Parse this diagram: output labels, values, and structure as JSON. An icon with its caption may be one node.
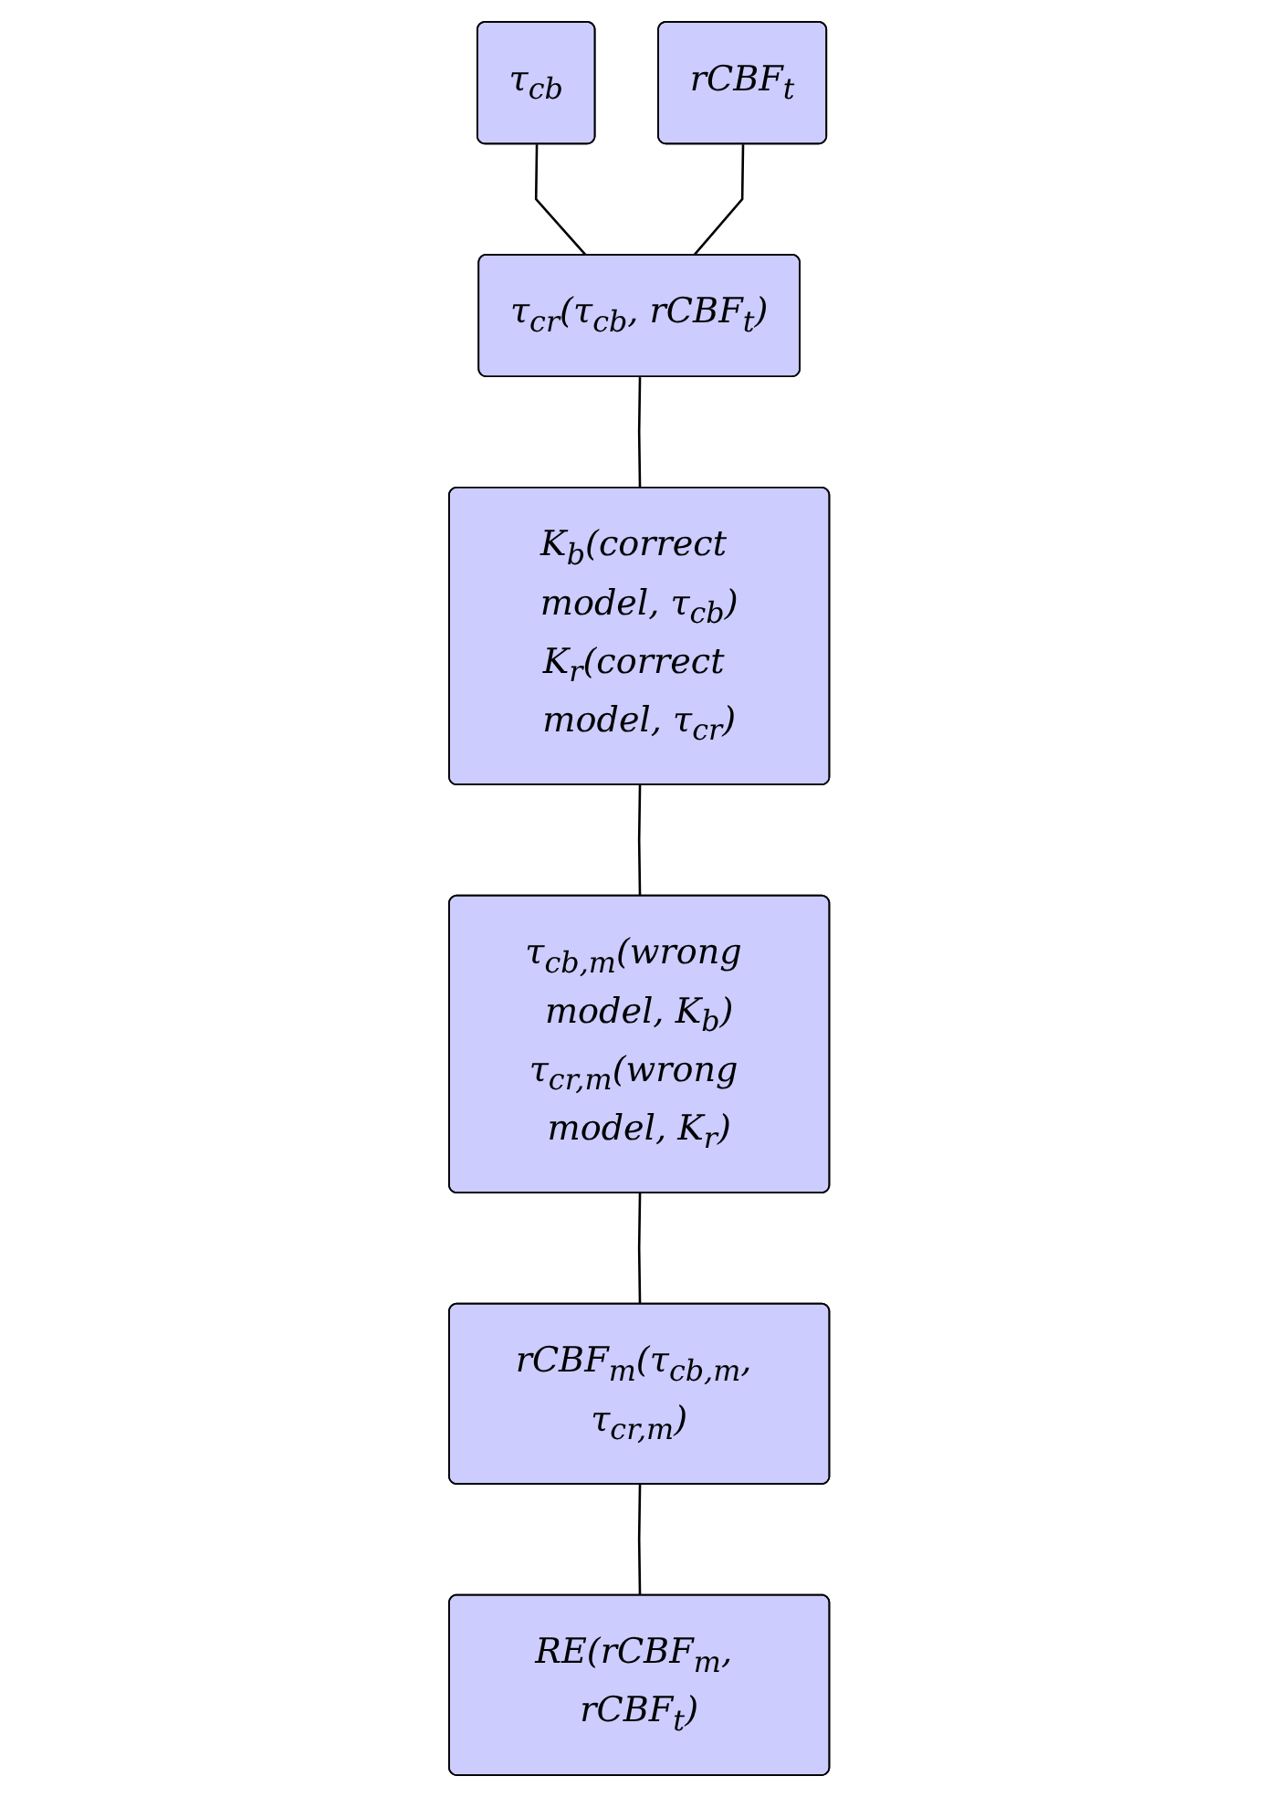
{
  "diagram": {
    "nodes": [
      {
        "text": [
          "τ$_{cb}$"
        ]
      },
      {
        "text": [
          "rCBF$_{t}$"
        ]
      },
      {
        "text": [
          "τ$_{cr}$(τ$_{cb}$, rCBF$_{t}$)"
        ]
      },
      {
        "text": [
          "K$_{b}$(correct model, τ$_{cb}$)",
          "K$_{r}$(correct model, τ$_{cr}$)"
        ]
      },
      {
        "text": [
          "τ$_{cb,m}$(wrong model, K$_{b}$)",
          "τ$_{cr,m}$(wrong model, K$_{r}$)"
        ]
      },
      {
        "text": [
          "rCBF$_{m}$(τ$_{cb,m}$, τ$_{cr,m}$)"
        ]
      },
      {
        "text": [
          "RE(rCBF$_{m}$, rCBF$_{t}$)"
        ]
      }
    ],
    "edges": [
      {
        "from": 0,
        "to": 2,
        "arrow": "none"
      },
      {
        "from": 1,
        "to": 2,
        "arrow": "none"
      },
      {
        "from": 2,
        "to": 3,
        "arrow": "none"
      },
      {
        "from": 3,
        "to": 4,
        "arrow": "none"
      },
      {
        "from": 4,
        "to": 5,
        "arrow": "none"
      },
      {
        "from": 5,
        "to": 6,
        "arrow": "none"
      }
    ]
  }
}
